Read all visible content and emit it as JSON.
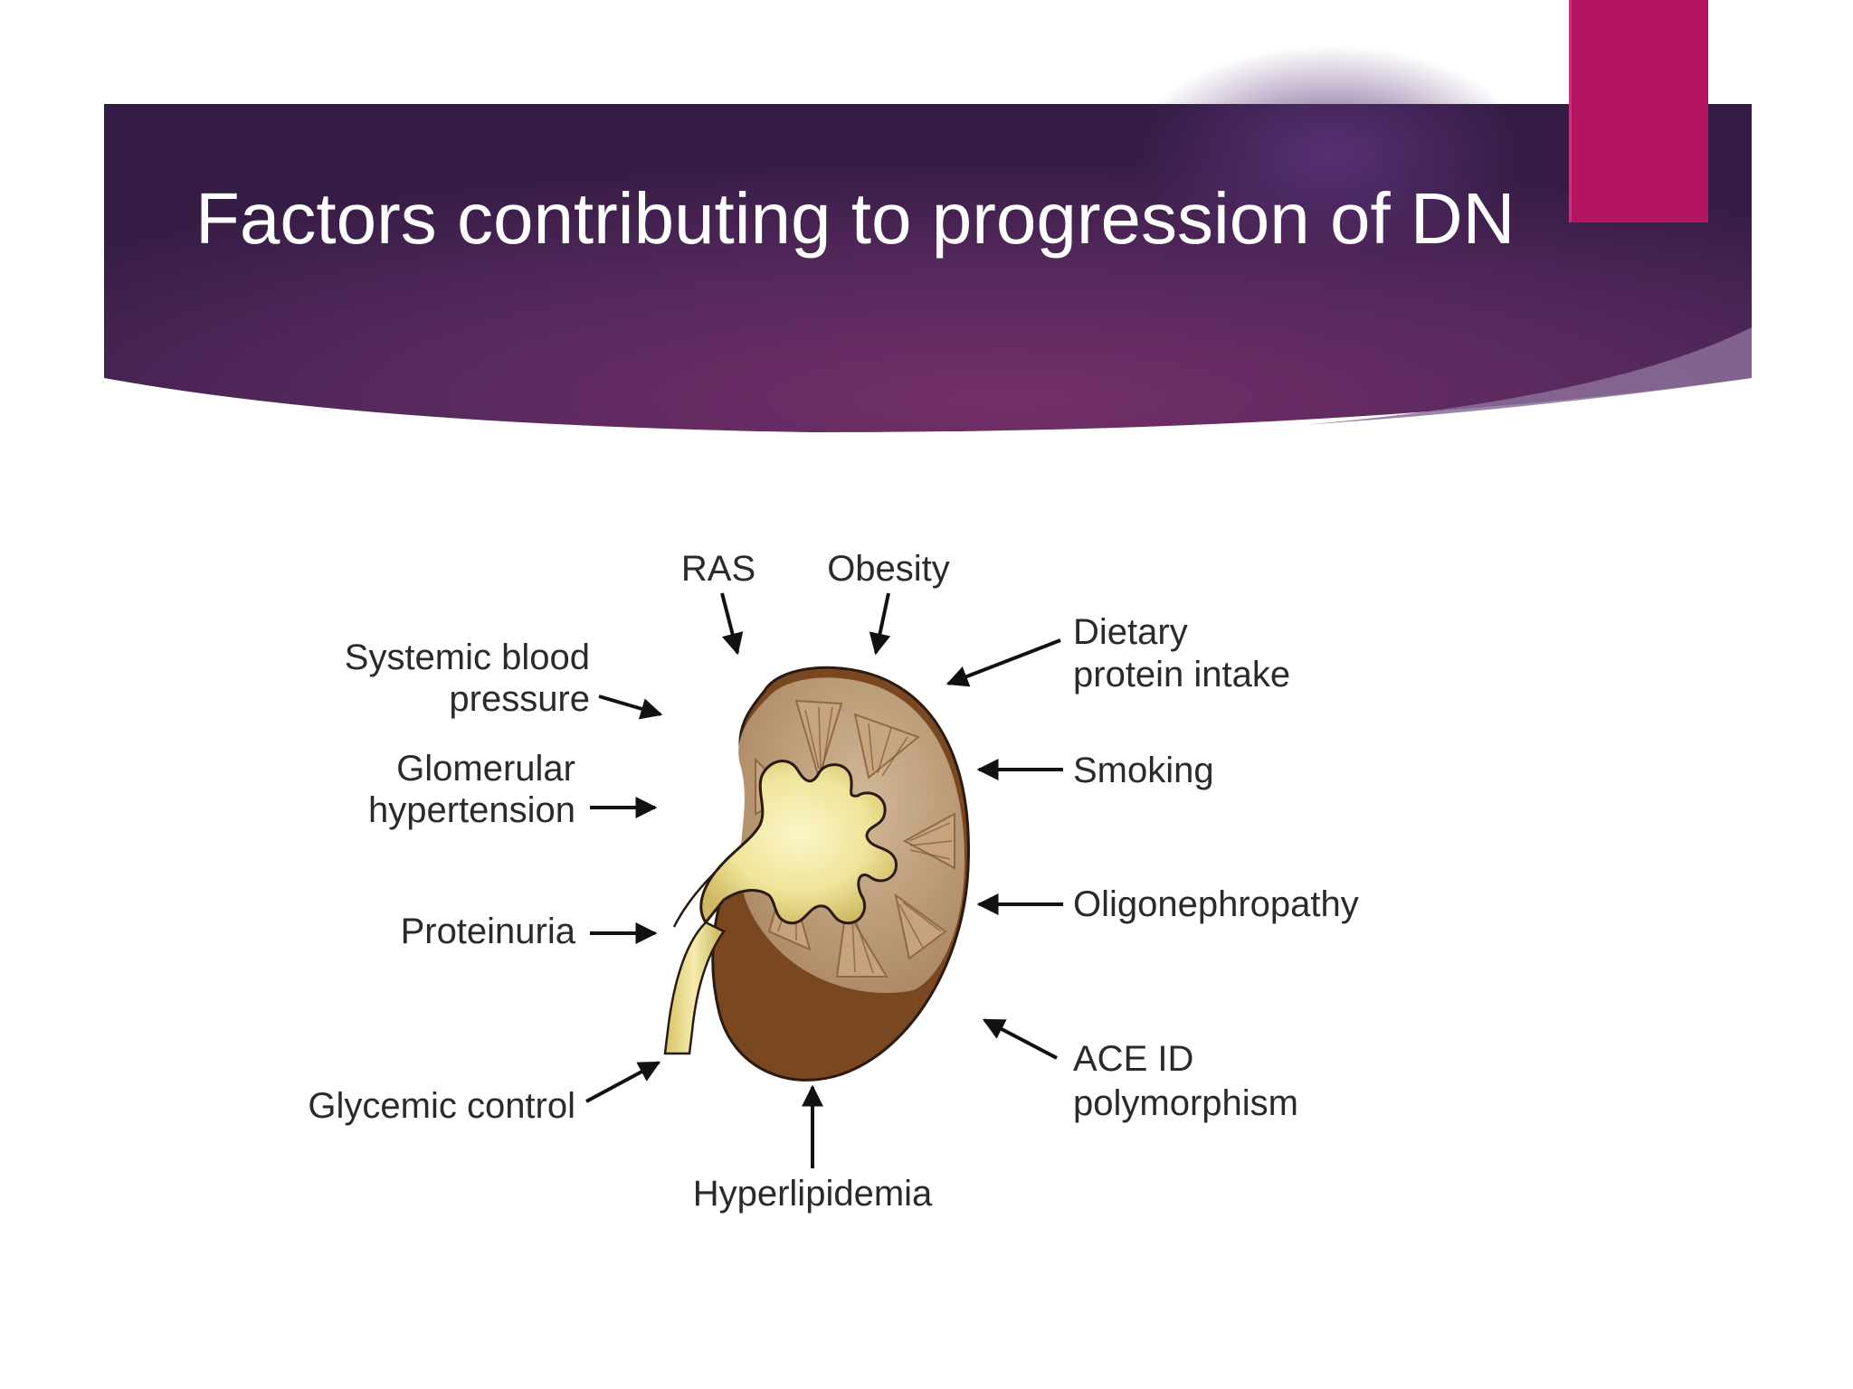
{
  "slide": {
    "title": "Factors contributing to progression of DN",
    "colors": {
      "banner_dark": "#3a1f4a",
      "banner_mid": "#6c2c64",
      "accent_tab": "#b41563",
      "kidney_cortex": "#b79878",
      "kidney_medulla": "#7a4820",
      "pelvis": "#ece39a"
    }
  },
  "diagram": {
    "labels": {
      "ras": "RAS",
      "obesity": "Obesity",
      "dietary_line1": "Dietary",
      "dietary_line2": "protein intake",
      "systemic_line1": "Systemic blood",
      "systemic_line2": "pressure",
      "glomerular_line1": "Glomerular",
      "glomerular_line2": "hypertension",
      "smoking": "Smoking",
      "proteinuria": "Proteinuria",
      "oligonephropathy": "Oligonephropathy",
      "ace_line1": "ACE ID",
      "ace_line2": "polymorphism",
      "glycemic": "Glycemic control",
      "hyperlipidemia": "Hyperlipidemia"
    }
  }
}
